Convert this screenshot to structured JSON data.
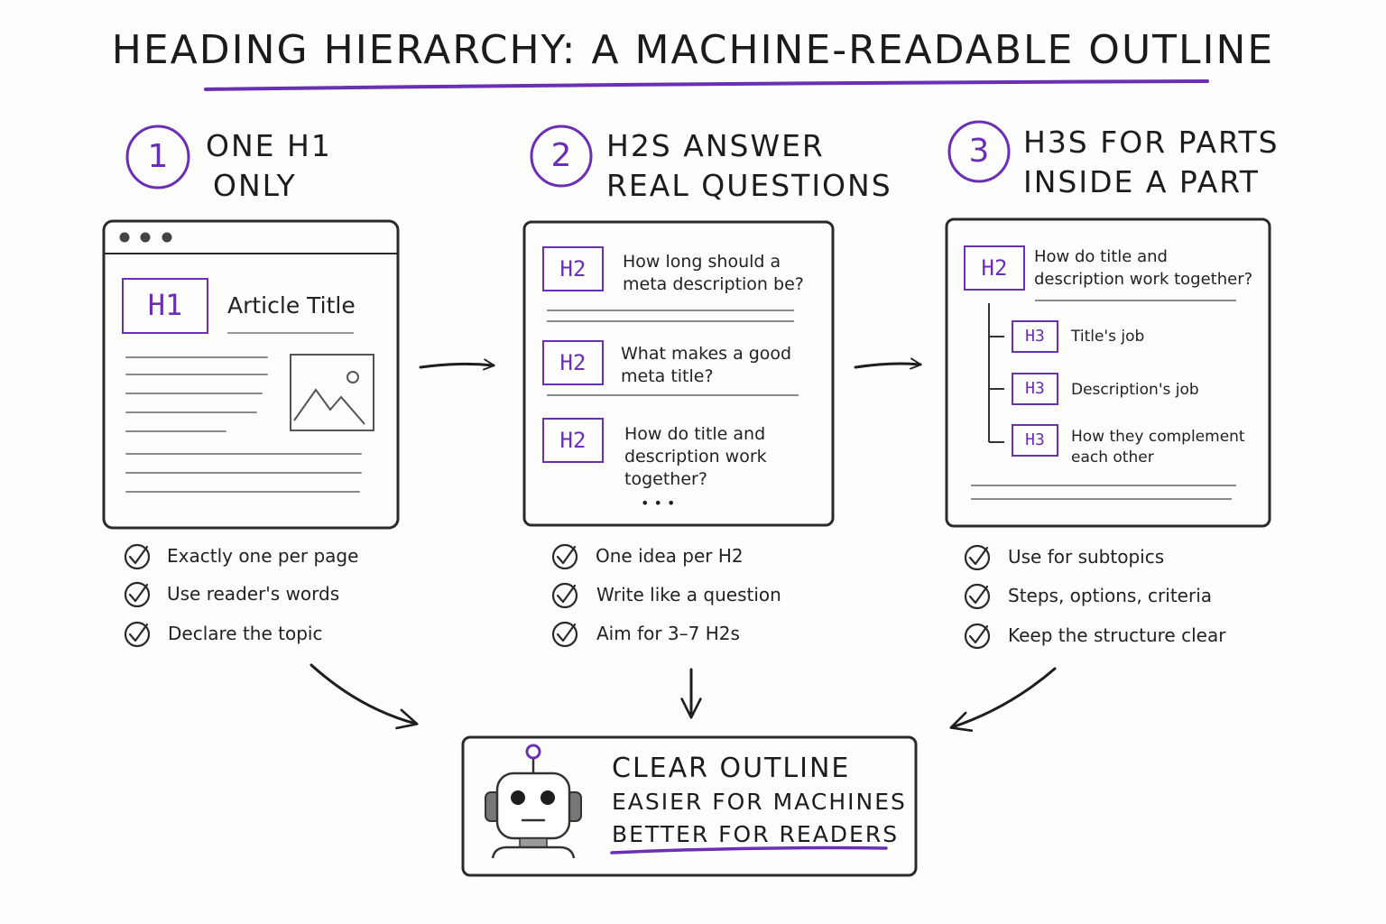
{
  "title": "Heading Hierarchy: A Machine-Readable Outline",
  "colors": {
    "accent": "#6a2fb5",
    "ink": "#222222"
  },
  "steps": [
    {
      "number": "1",
      "title_lines": [
        "One H1",
        "only"
      ],
      "tag": "H1",
      "article_title": "Article Title",
      "checks": [
        "Exactly one per page",
        "Use reader's words",
        "Declare the topic"
      ]
    },
    {
      "number": "2",
      "title_lines": [
        "H2s Answer",
        "real questions"
      ],
      "questions": [
        {
          "tag": "H2",
          "lines": [
            "How long should a",
            "meta description be?"
          ]
        },
        {
          "tag": "H2",
          "lines": [
            "What makes a good",
            "meta title?"
          ]
        },
        {
          "tag": "H2",
          "lines": [
            "How do title and",
            "description work",
            "together?"
          ]
        }
      ],
      "ellipsis": "• • •",
      "checks": [
        "One idea per H2",
        "Write like a question",
        "Aim for 3–7 H2s"
      ]
    },
    {
      "number": "3",
      "title_lines": [
        "H3s for parts",
        "inside a part"
      ],
      "parent": {
        "tag": "H2",
        "lines": [
          "How do title and",
          "description work together?"
        ]
      },
      "children": [
        {
          "tag": "H3",
          "lines": [
            "Title's job"
          ]
        },
        {
          "tag": "H3",
          "lines": [
            "Description's job"
          ]
        },
        {
          "tag": "H3",
          "lines": [
            "How they complement",
            "each other"
          ]
        }
      ],
      "checks": [
        "Use for subtopics",
        "Steps, options, criteria",
        "Keep the structure clear"
      ]
    }
  ],
  "result": {
    "line1": "Clear outline",
    "line2": "Easier for machines",
    "line3": "Better for readers",
    "icon": "robot-icon"
  }
}
